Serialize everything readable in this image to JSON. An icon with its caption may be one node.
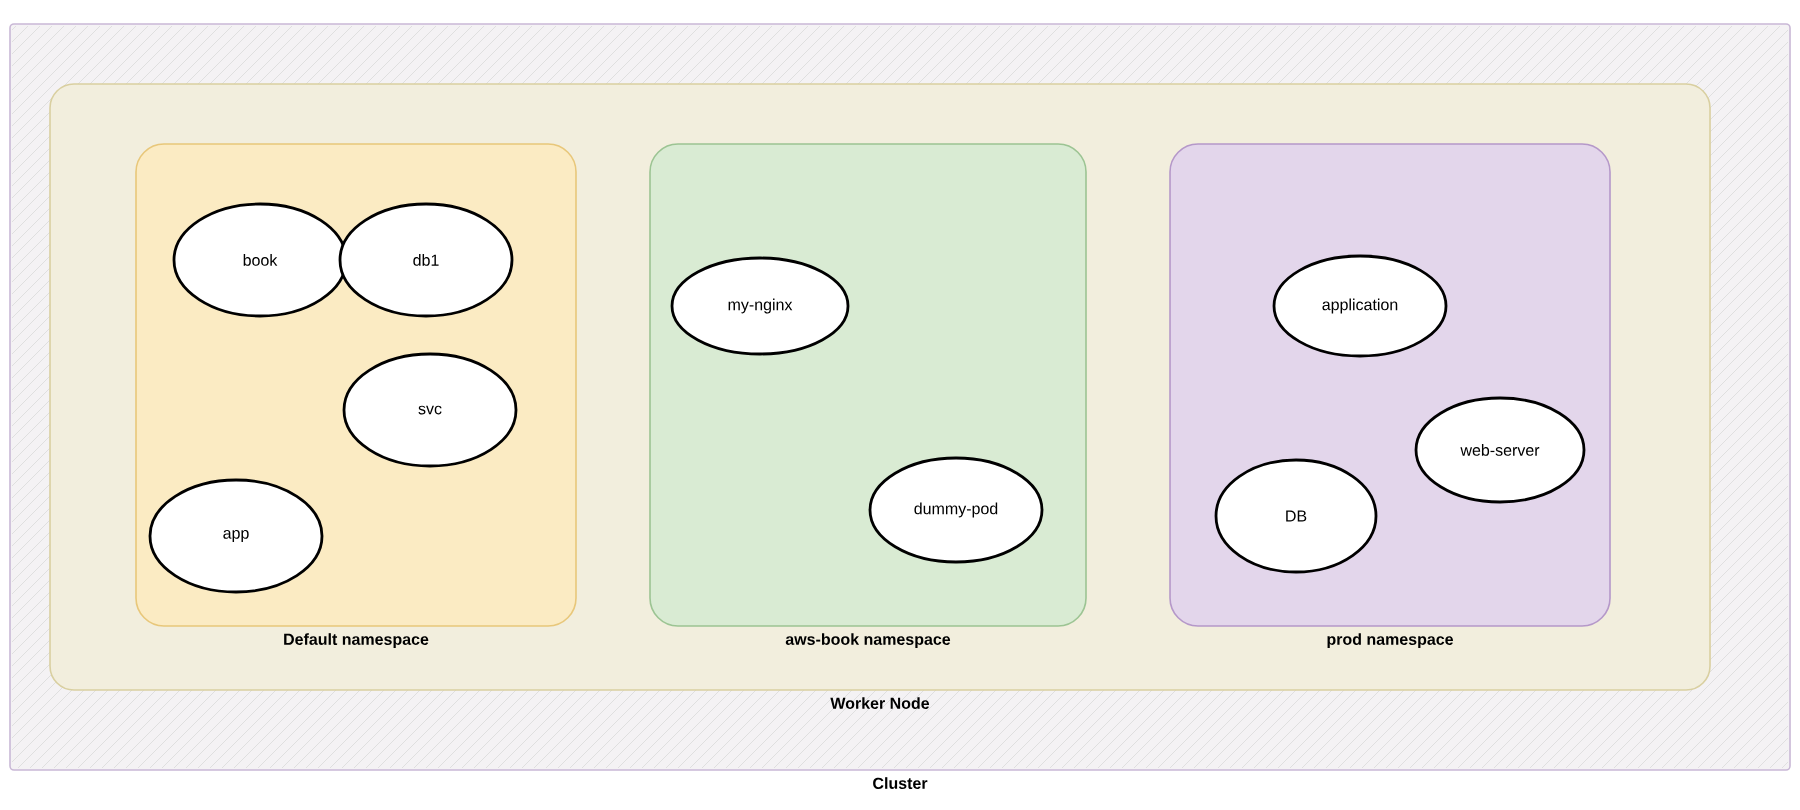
{
  "diagram": {
    "nodes": [
      {
        "text": [
          "Cluster"
        ]
      },
      {
        "text": [
          "Worker Node"
        ],
        "in": 0
      },
      {
        "text": [
          "Default namespace"
        ],
        "in": 1
      },
      {
        "text": [
          "book"
        ],
        "in": 2
      },
      {
        "text": [
          "db1"
        ],
        "in": 2
      },
      {
        "text": [
          "svc"
        ],
        "in": 2
      },
      {
        "text": [
          "app"
        ],
        "in": 2
      },
      {
        "text": [
          "aws-book namespace"
        ],
        "in": 1
      },
      {
        "text": [
          "my-nginx"
        ],
        "in": 7
      },
      {
        "text": [
          "dummy-pod"
        ],
        "in": 7
      },
      {
        "text": [
          "prod namespace"
        ],
        "in": 1
      },
      {
        "text": [
          "application"
        ],
        "in": 10
      },
      {
        "text": [
          "web-server"
        ],
        "in": 10
      },
      {
        "text": [
          "DB"
        ],
        "in": 10
      }
    ]
  }
}
